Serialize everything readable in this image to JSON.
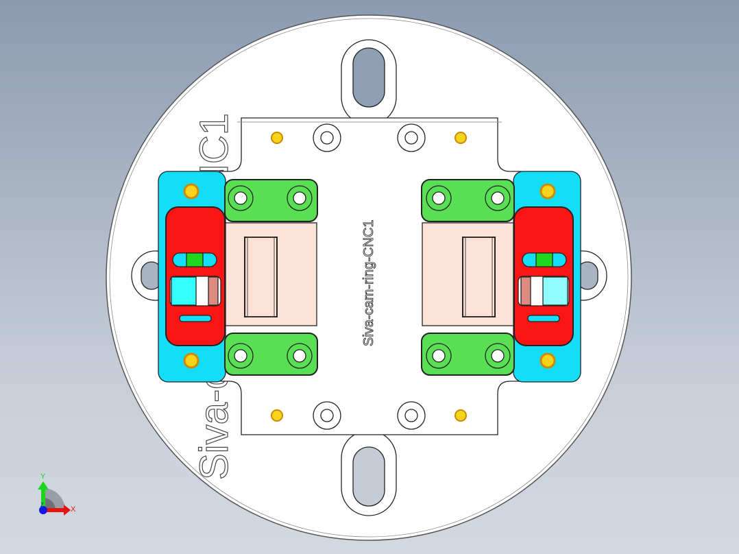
{
  "part": {
    "engraving_large": "Siva-cam-ring-CNC1",
    "engraving_center": "Siva-cam-ring-CNC1"
  },
  "triad": {
    "x_label": "X",
    "y_label": "Y",
    "z_label": "Z"
  },
  "colors": {
    "clamp_block": "#14def7",
    "clamp_jaw": "#fb1414",
    "bracket": "#59df53",
    "pad": "#fde2d8",
    "dowel": "#f7d31c",
    "background_top": "#8b9bb0",
    "background_bottom": "#d3d8e0"
  }
}
